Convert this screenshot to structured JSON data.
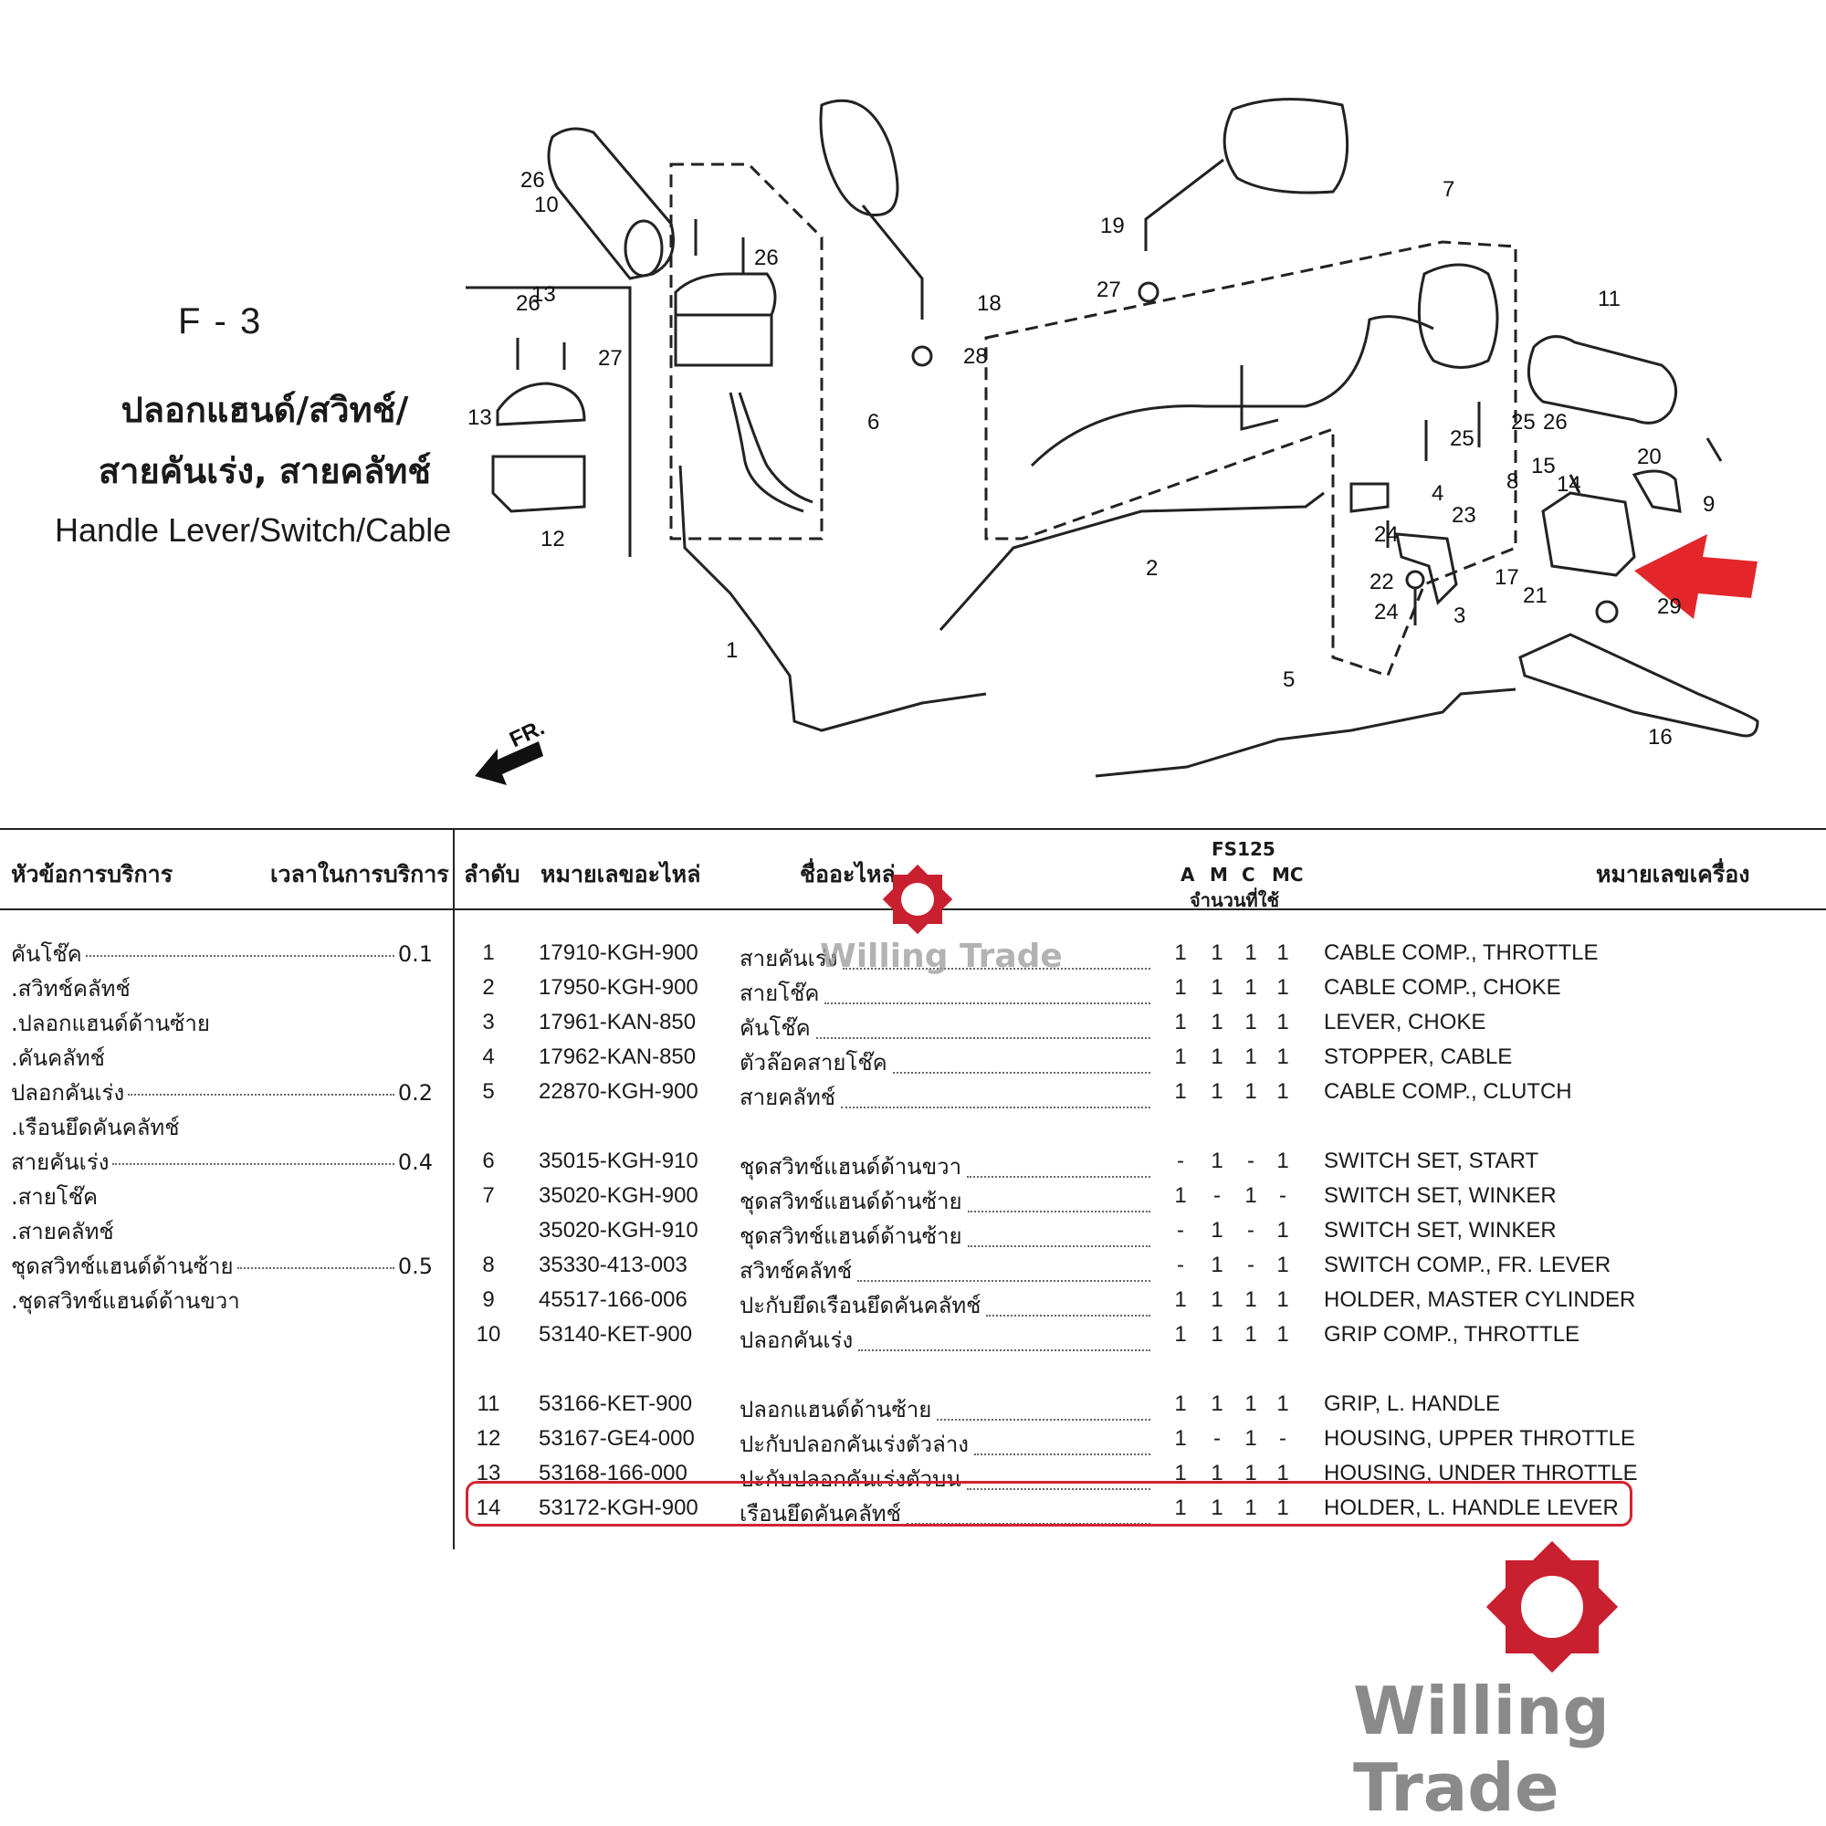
{
  "figure": {
    "code": "F - 3",
    "title_th_line1": "ปลอกแฮนด์/สวิทช์/",
    "title_th_line2": "สายคันเร่ง, สายคลัทช์",
    "title_en": "Handle Lever/Switch/Cable",
    "front_label": "FR.",
    "callouts": [
      "1",
      "2",
      "3",
      "4",
      "5",
      "6",
      "7",
      "8",
      "9",
      "10",
      "11",
      "12",
      "13",
      "13",
      "14",
      "15",
      "16",
      "17",
      "18",
      "19",
      "20",
      "21",
      "22",
      "23",
      "24",
      "24",
      "25",
      "25",
      "26",
      "26",
      "26",
      "26",
      "27",
      "27",
      "28",
      "29"
    ]
  },
  "table_header": {
    "service_topic": "หัวข้อการบริการ",
    "service_time": "เวลาในการบริการ",
    "no": "ลำดับ",
    "part_no": "หมายเลขอะไหล่",
    "part_name": "ชื่ออะไหล่",
    "model": "FS125",
    "qty_cols": [
      "A",
      "M",
      "C",
      "MC"
    ],
    "qty_label": "จำนวนที่ใช้",
    "engine_no": "หมายเลขเครื่อง"
  },
  "service_items": [
    {
      "label": "คันโช๊ค",
      "time": "0.1"
    },
    {
      "label": ".สวิทช์คลัทช์",
      "time": ""
    },
    {
      "label": ".ปลอกแฮนด์ด้านซ้าย",
      "time": ""
    },
    {
      "label": ".คันคลัทช์",
      "time": ""
    },
    {
      "label": "ปลอกคันเร่ง",
      "time": "0.2"
    },
    {
      "label": ".เรือนยึดคันคลัทช์",
      "time": ""
    },
    {
      "label": "สายคันเร่ง",
      "time": "0.4"
    },
    {
      "label": ".สายโช๊ค",
      "time": ""
    },
    {
      "label": ".สายคลัทช์",
      "time": ""
    },
    {
      "label": "ชุดสวิทช์แฮนด์ด้านซ้าย",
      "time": "0.5"
    },
    {
      "label": ".ชุดสวิทช์แฮนด์ด้านขวา",
      "time": ""
    }
  ],
  "parts": [
    {
      "no": "1",
      "part": "17910-KGH-900",
      "name": "สายคันเร่ง",
      "qty": [
        "1",
        "1",
        "1",
        "1"
      ],
      "desc": "CABLE COMP., THROTTLE"
    },
    {
      "no": "2",
      "part": "17950-KGH-900",
      "name": "สายโช๊ค",
      "qty": [
        "1",
        "1",
        "1",
        "1"
      ],
      "desc": "CABLE COMP., CHOKE"
    },
    {
      "no": "3",
      "part": "17961-KAN-850",
      "name": "คันโช๊ค",
      "qty": [
        "1",
        "1",
        "1",
        "1"
      ],
      "desc": "LEVER, CHOKE"
    },
    {
      "no": "4",
      "part": "17962-KAN-850",
      "name": "ตัวล๊อคสายโช๊ค",
      "qty": [
        "1",
        "1",
        "1",
        "1"
      ],
      "desc": "STOPPER, CABLE"
    },
    {
      "no": "5",
      "part": "22870-KGH-900",
      "name": "สายคลัทช์",
      "qty": [
        "1",
        "1",
        "1",
        "1"
      ],
      "desc": "CABLE COMP., CLUTCH"
    },
    {
      "no": "6",
      "part": "35015-KGH-910",
      "name": "ชุดสวิทช์แฮนด์ด้านขวา",
      "qty": [
        "-",
        "1",
        "-",
        "1"
      ],
      "desc": "SWITCH SET, START"
    },
    {
      "no": "7",
      "part": "35020-KGH-900",
      "name": "ชุดสวิทช์แฮนด์ด้านซ้าย",
      "qty": [
        "1",
        "-",
        "1",
        "-"
      ],
      "desc": "SWITCH SET, WINKER"
    },
    {
      "no": "",
      "part": "35020-KGH-910",
      "name": "ชุดสวิทช์แฮนด์ด้านซ้าย",
      "qty": [
        "-",
        "1",
        "-",
        "1"
      ],
      "desc": "SWITCH SET, WINKER"
    },
    {
      "no": "8",
      "part": "35330-413-003",
      "name": "สวิทช์คลัทช์",
      "qty": [
        "-",
        "1",
        "-",
        "1"
      ],
      "desc": "SWITCH COMP., FR. LEVER"
    },
    {
      "no": "9",
      "part": "45517-166-006",
      "name": "ปะกับยึดเรือนยึดคันคลัทช์",
      "qty": [
        "1",
        "1",
        "1",
        "1"
      ],
      "desc": "HOLDER, MASTER CYLINDER"
    },
    {
      "no": "10",
      "part": "53140-KET-900",
      "name": "ปลอกคันเร่ง",
      "qty": [
        "1",
        "1",
        "1",
        "1"
      ],
      "desc": "GRIP COMP., THROTTLE"
    },
    {
      "no": "11",
      "part": "53166-KET-900",
      "name": "ปลอกแฮนด์ด้านซ้าย",
      "qty": [
        "1",
        "1",
        "1",
        "1"
      ],
      "desc": "GRIP, L. HANDLE"
    },
    {
      "no": "12",
      "part": "53167-GE4-000",
      "name": "ปะกับปลอกคันเร่งตัวล่าง",
      "qty": [
        "1",
        "-",
        "1",
        "-"
      ],
      "desc": "HOUSING, UPPER THROTTLE"
    },
    {
      "no": "13",
      "part": "53168-166-000",
      "name": "ปะกับปลอกคันเร่งตัวบน",
      "qty": [
        "1",
        "1",
        "1",
        "1"
      ],
      "desc": "HOUSING, UNDER THROTTLE"
    },
    {
      "no": "14",
      "part": "53172-KGH-900",
      "name": "เรือนยึดคันคลัทช์",
      "qty": [
        "1",
        "1",
        "1",
        "1"
      ],
      "desc": "HOLDER, L. HANDLE LEVER"
    }
  ],
  "watermark": {
    "small_text": "Willing Trade",
    "large_text": "Willing Trade",
    "brand_color": "#c8202f"
  },
  "highlight_color": "#d32431"
}
